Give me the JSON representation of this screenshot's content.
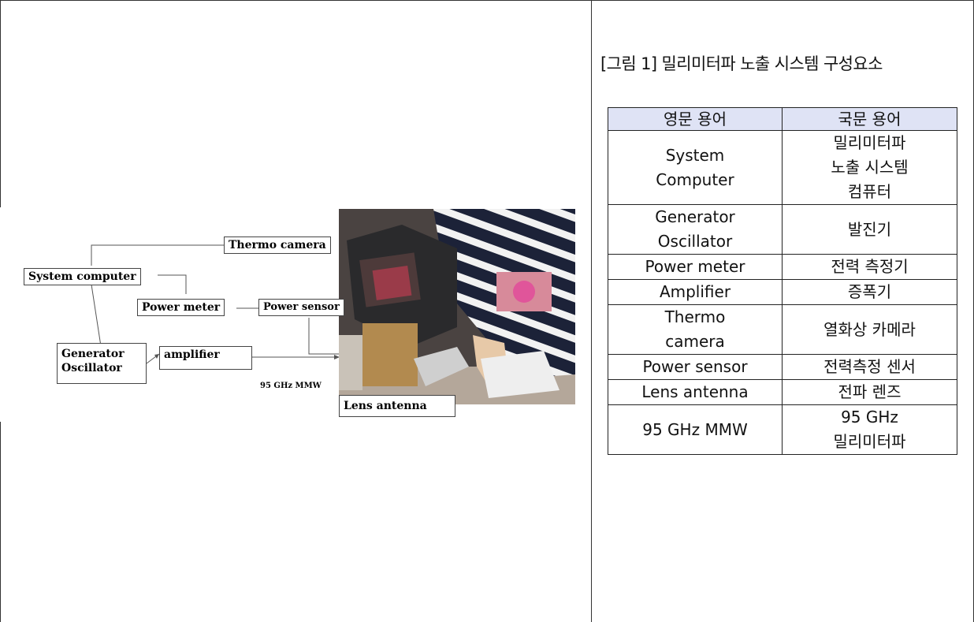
{
  "caption": "[그림 1] 밀리미터파 노출 시스템 구성요소",
  "table": {
    "headers": [
      "영문 용어",
      "국문 용어"
    ],
    "rows": [
      {
        "en": [
          "System",
          "Computer"
        ],
        "ko": [
          "밀리미터파",
          "노출 시스템",
          "컴퓨터"
        ]
      },
      {
        "en": [
          "Generator",
          "Oscillator"
        ],
        "ko": [
          "발진기"
        ]
      },
      {
        "en": [
          "Power meter"
        ],
        "ko": [
          "전력 측정기"
        ]
      },
      {
        "en": [
          "Amplifier"
        ],
        "ko": [
          "증폭기"
        ]
      },
      {
        "en": [
          "Thermo",
          "camera"
        ],
        "ko": [
          "열화상 카메라"
        ]
      },
      {
        "en": [
          "Power sensor"
        ],
        "ko": [
          "전력측정 센서"
        ]
      },
      {
        "en": [
          "Lens antenna"
        ],
        "ko": [
          "전파 렌즈"
        ]
      },
      {
        "en": [
          "95 GHz MMW"
        ],
        "ko": [
          "95 GHz",
          "밀리미터파"
        ]
      }
    ]
  },
  "diagram": {
    "thermo_camera": "Thermo camera",
    "system_computer": "System computer",
    "power_meter": "Power meter",
    "power_sensor": "Power sensor",
    "generator_line1": "Generator",
    "generator_line2": "Oscillator",
    "amplifier": "amplifier",
    "mmw_label": "95 GHz MMW",
    "lens_antenna": "Lens antenna"
  }
}
